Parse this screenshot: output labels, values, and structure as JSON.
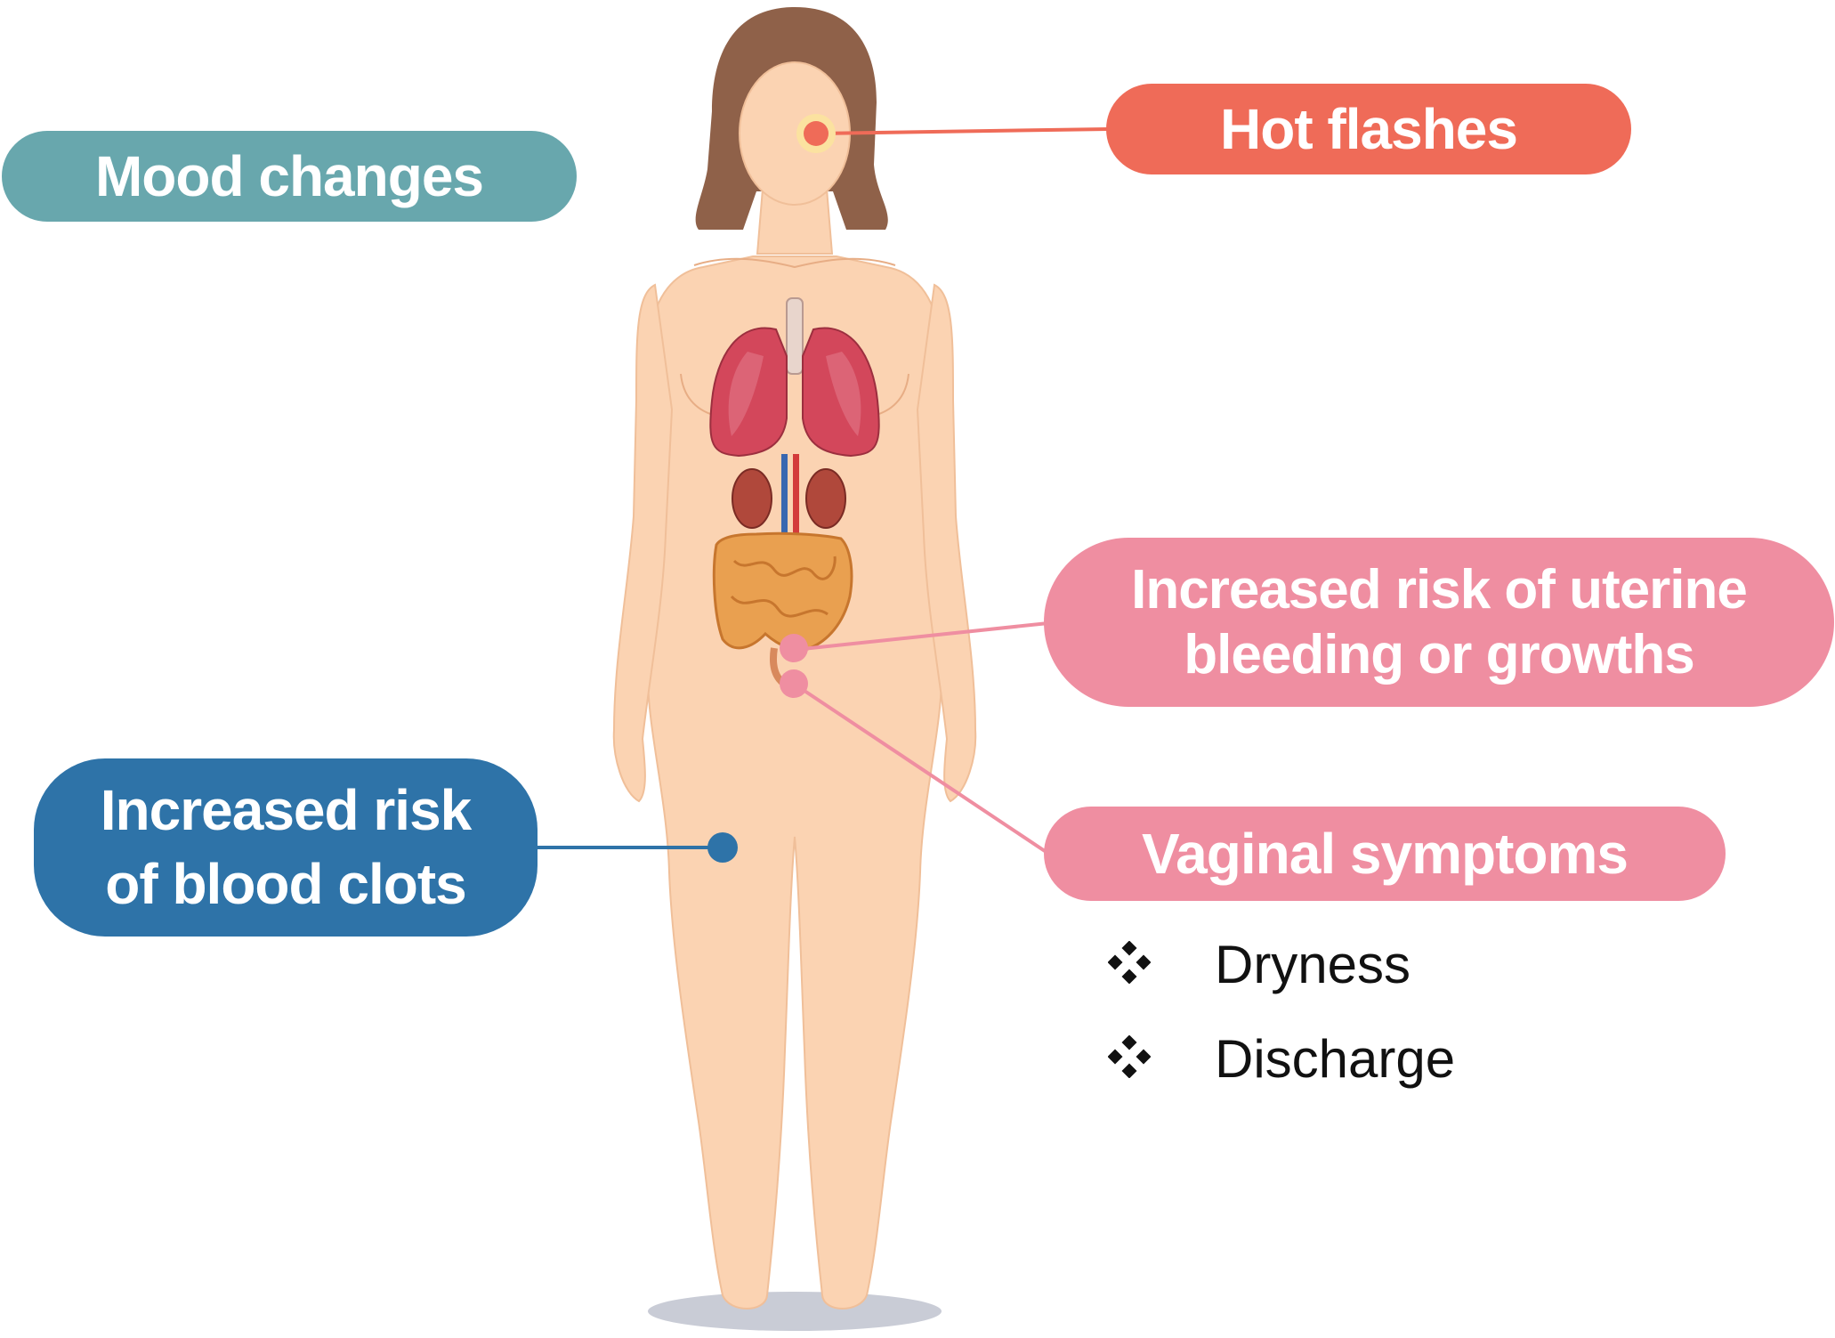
{
  "labels": {
    "mood": "Mood changes",
    "hot_flashes": "Hot flashes",
    "uterine_line1": "Increased risk of uterine",
    "uterine_line2": "bleeding or growths",
    "vaginal": "Vaginal symptoms",
    "clots_line1": "Increased risk",
    "clots_line2": "of blood clots"
  },
  "vaginal_sub_items": [
    "Dryness",
    "Discharge"
  ],
  "icons": {
    "bullet": "diamond-bullet-icon",
    "figure": "female-body-anatomy-icon"
  },
  "colors": {
    "mood": "#68a7ad",
    "hot_flashes": "#ef6b58",
    "uterine": "#ef8ea1",
    "vaginal": "#ef8ea1",
    "clots": "#2e73a8",
    "skin": "#fbd3b2",
    "hair": "#8f6149"
  }
}
